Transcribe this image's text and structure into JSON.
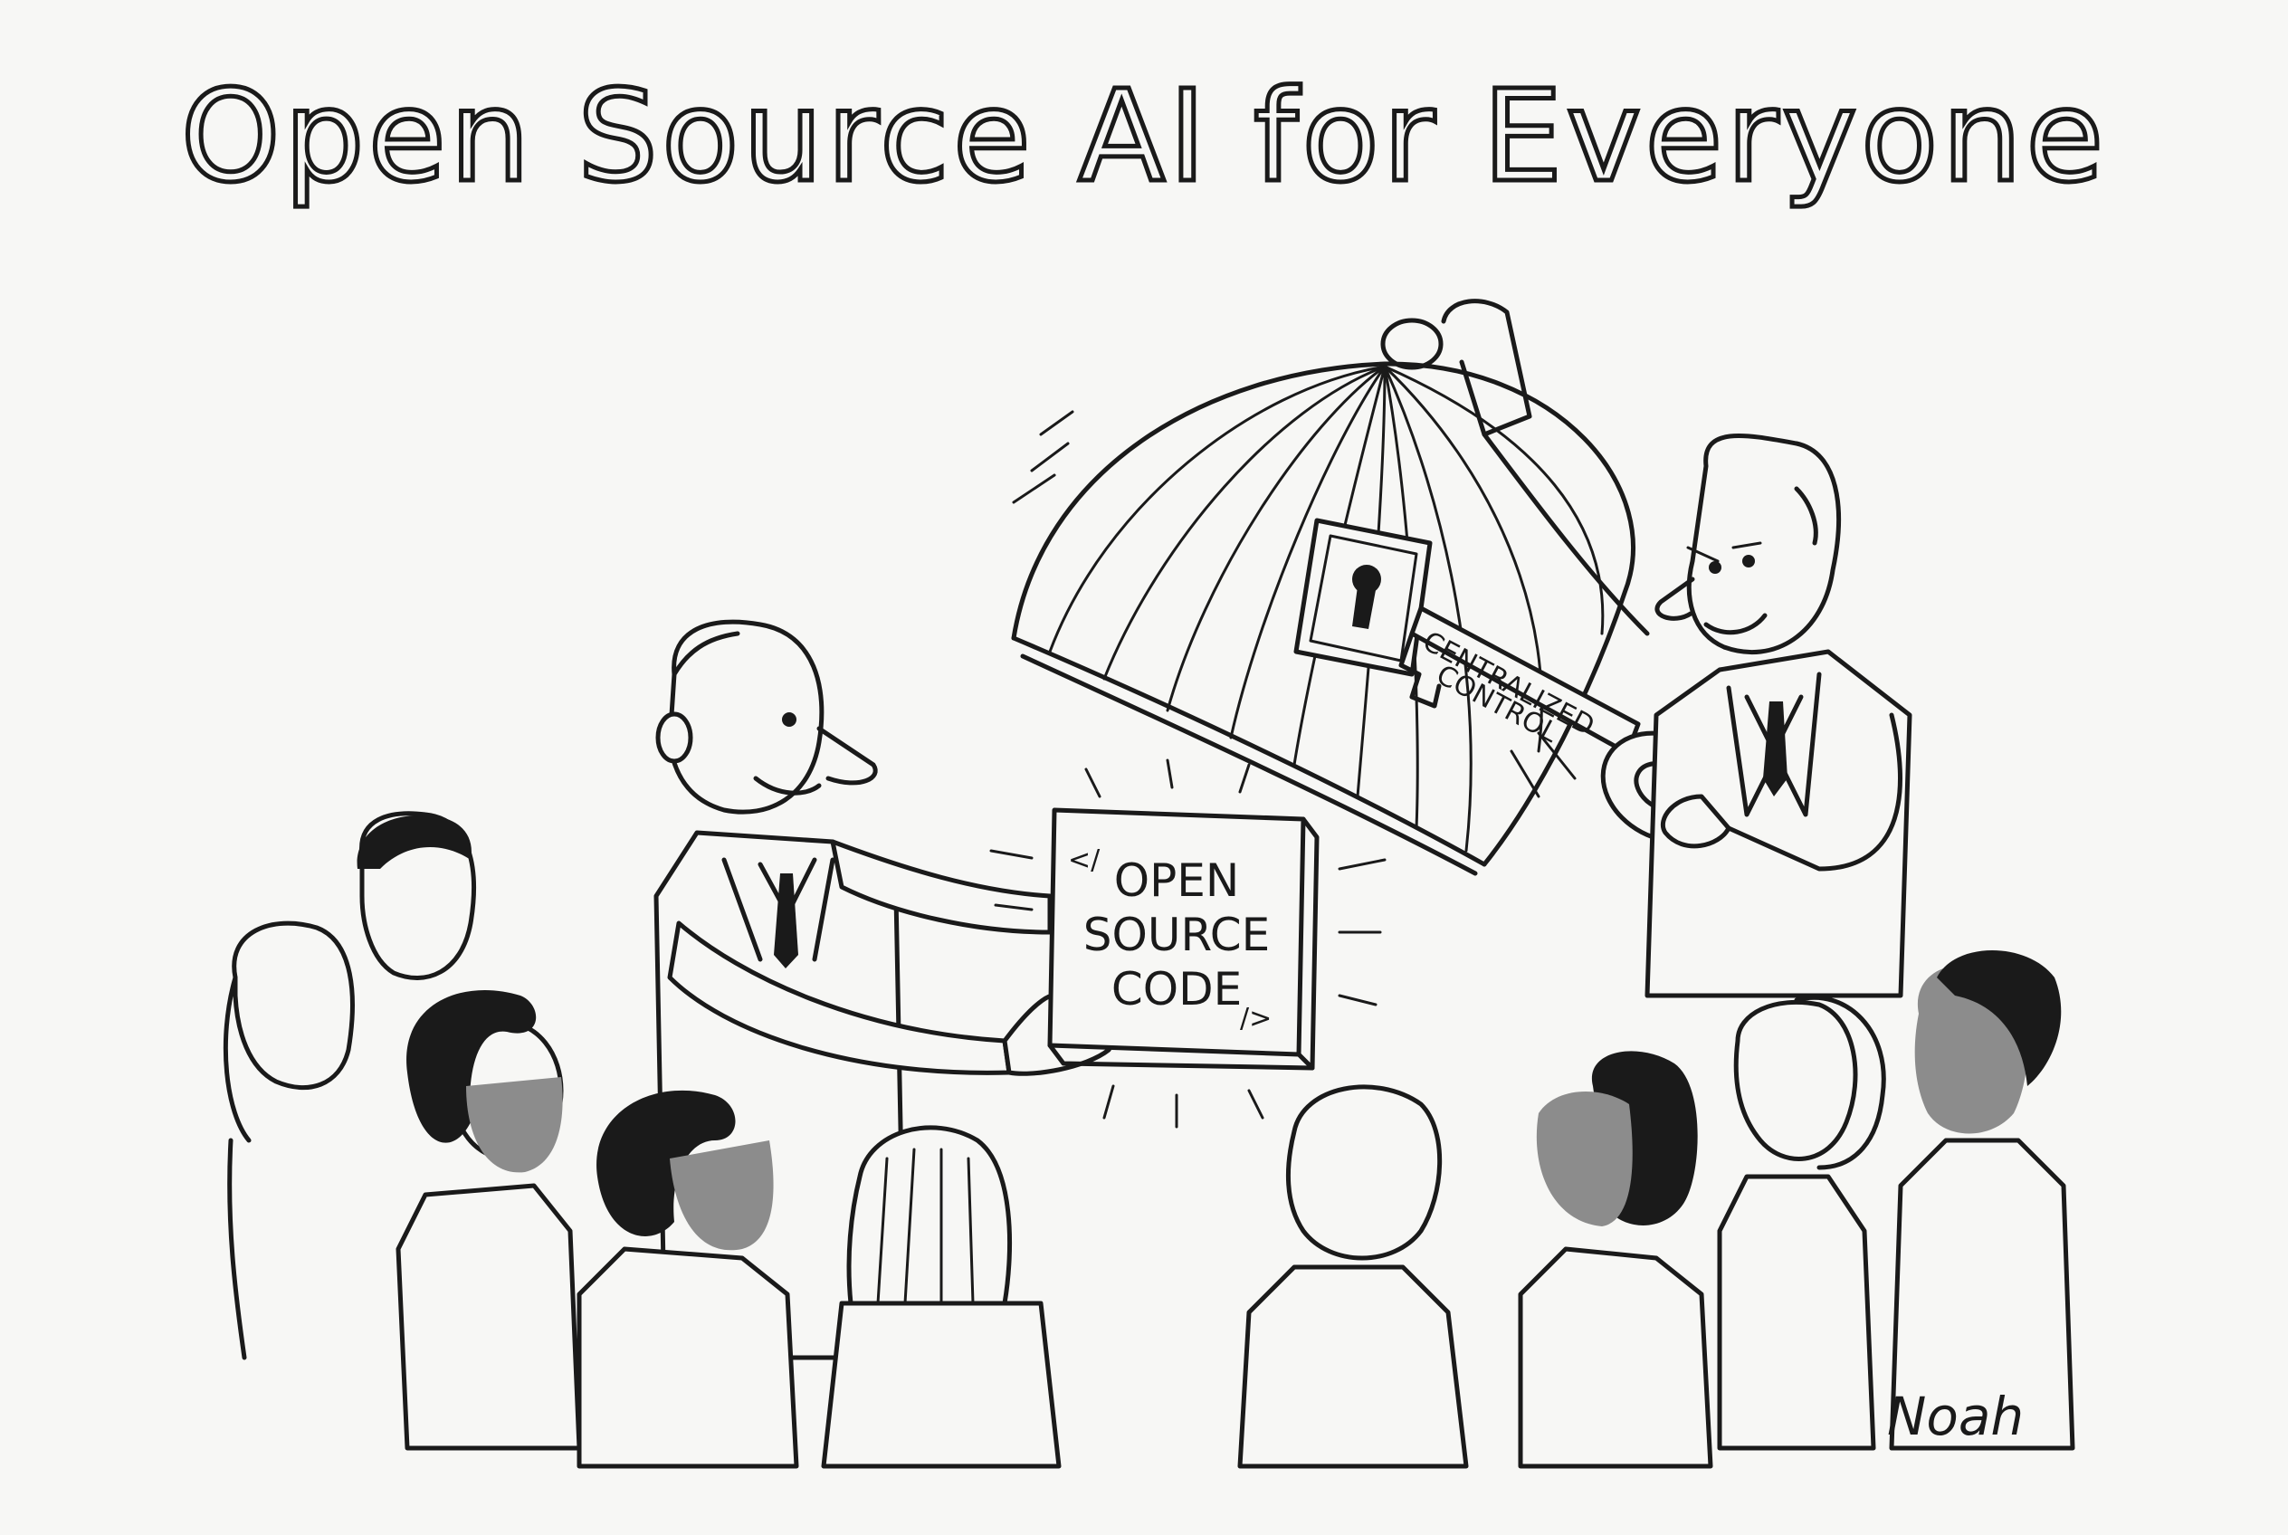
{
  "title": "Open Source AI for Everyone",
  "box_label": {
    "line1": "OPEN",
    "line2": "SOURCE",
    "line3": "CODE",
    "tag_open": "</",
    "tag_close": "/>"
  },
  "key_label": {
    "line1": "CENTRALIZED",
    "line2": "CONTROL"
  },
  "signature": "Noah"
}
